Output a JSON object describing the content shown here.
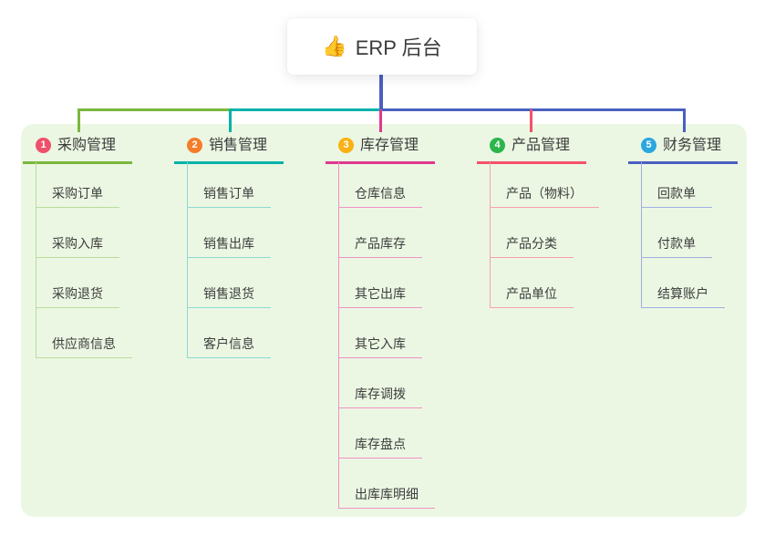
{
  "root": {
    "icon": "👍",
    "label": "ERP 后台",
    "line_color": "#4a5fc1"
  },
  "connector": {
    "segment_colors": {
      "left": "#7ab83c",
      "middle": "#00b2a9",
      "right": "#4a5fc1"
    }
  },
  "panel_color": "#ebf7e3",
  "branches": [
    {
      "number": "1",
      "label": "采购管理",
      "badge_color": "#f0506b",
      "line_color": "#7ab83c",
      "light_color": "#b8dd9a",
      "children": [
        "采购订单",
        "采购入库",
        "采购退货",
        "供应商信息"
      ]
    },
    {
      "number": "2",
      "label": "销售管理",
      "badge_color": "#f57d2a",
      "line_color": "#00b2a9",
      "light_color": "#8cd9d2",
      "children": [
        "销售订单",
        "销售出库",
        "销售退货",
        "客户信息"
      ]
    },
    {
      "number": "3",
      "label": "库存管理",
      "badge_color": "#f9b115",
      "line_color": "#e0388f",
      "light_color": "#f191c4",
      "children": [
        "仓库信息",
        "产品库存",
        "其它出库",
        "其它入库",
        "库存调拨",
        "库存盘点",
        "出库库明细"
      ]
    },
    {
      "number": "4",
      "label": "产品管理",
      "badge_color": "#2db54d",
      "line_color": "#f4506a",
      "light_color": "#f9a0ac",
      "children": [
        "产品（物料）",
        "产品分类",
        "产品单位"
      ]
    },
    {
      "number": "5",
      "label": "财务管理",
      "badge_color": "#2ba7e0",
      "line_color": "#4a5fc1",
      "light_color": "#9fafe0",
      "children": [
        "回款单",
        "付款单",
        "结算账户"
      ]
    }
  ]
}
